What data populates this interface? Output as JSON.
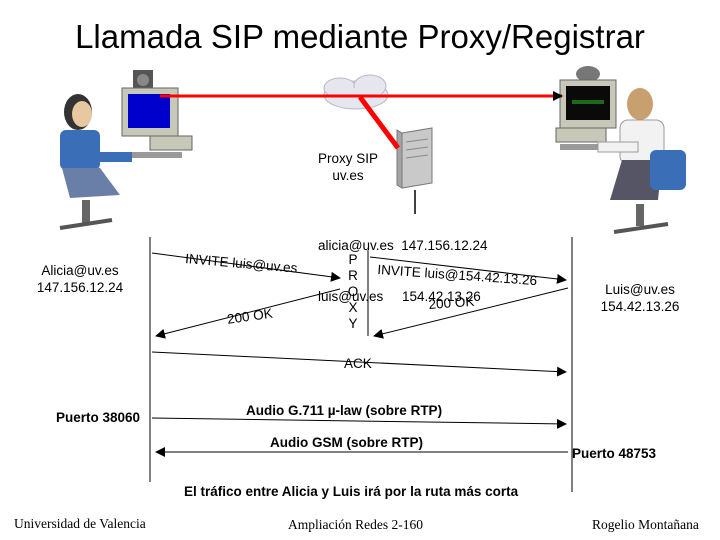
{
  "title": "Llamada SIP mediante Proxy/Registrar",
  "proxy": {
    "line1": "Proxy SIP",
    "line2": "uv.es"
  },
  "registry": {
    "line1": "alicia@uv.es  147.156.12.24",
    "line2": "luis@uv.es     154.42.13.26"
  },
  "alicia": {
    "line1": "Alicia@uv.es",
    "line2": "147.156.12.24",
    "port": "Puerto 38060"
  },
  "luis": {
    "line1": "Luis@uv.es",
    "line2": "154.42.13.26",
    "port": "Puerto 48753"
  },
  "proxy_vertical": [
    "P",
    "R",
    "O",
    "X",
    "Y"
  ],
  "messages": {
    "invite1": "INVITE luis@uv.es",
    "ok1": "200 OK",
    "invite2": "INVITE luis@154.42.13.26",
    "ok2": "200 OK",
    "ack": "ACK",
    "audio1": "Audio G.711 µ-law (sobre RTP)",
    "audio2": "Audio GSM (sobre RTP)",
    "note": "El tráfico entre Alicia y Luis irá por la ruta más corta"
  },
  "footer": {
    "left": "Universidad de Valencia",
    "center": "Ampliación Redes 2-160",
    "right": "Rogelio Montañana"
  },
  "colors": {
    "route": "#ff0000",
    "monitor": "#0000cc",
    "cloud": "#e6e6ee"
  }
}
